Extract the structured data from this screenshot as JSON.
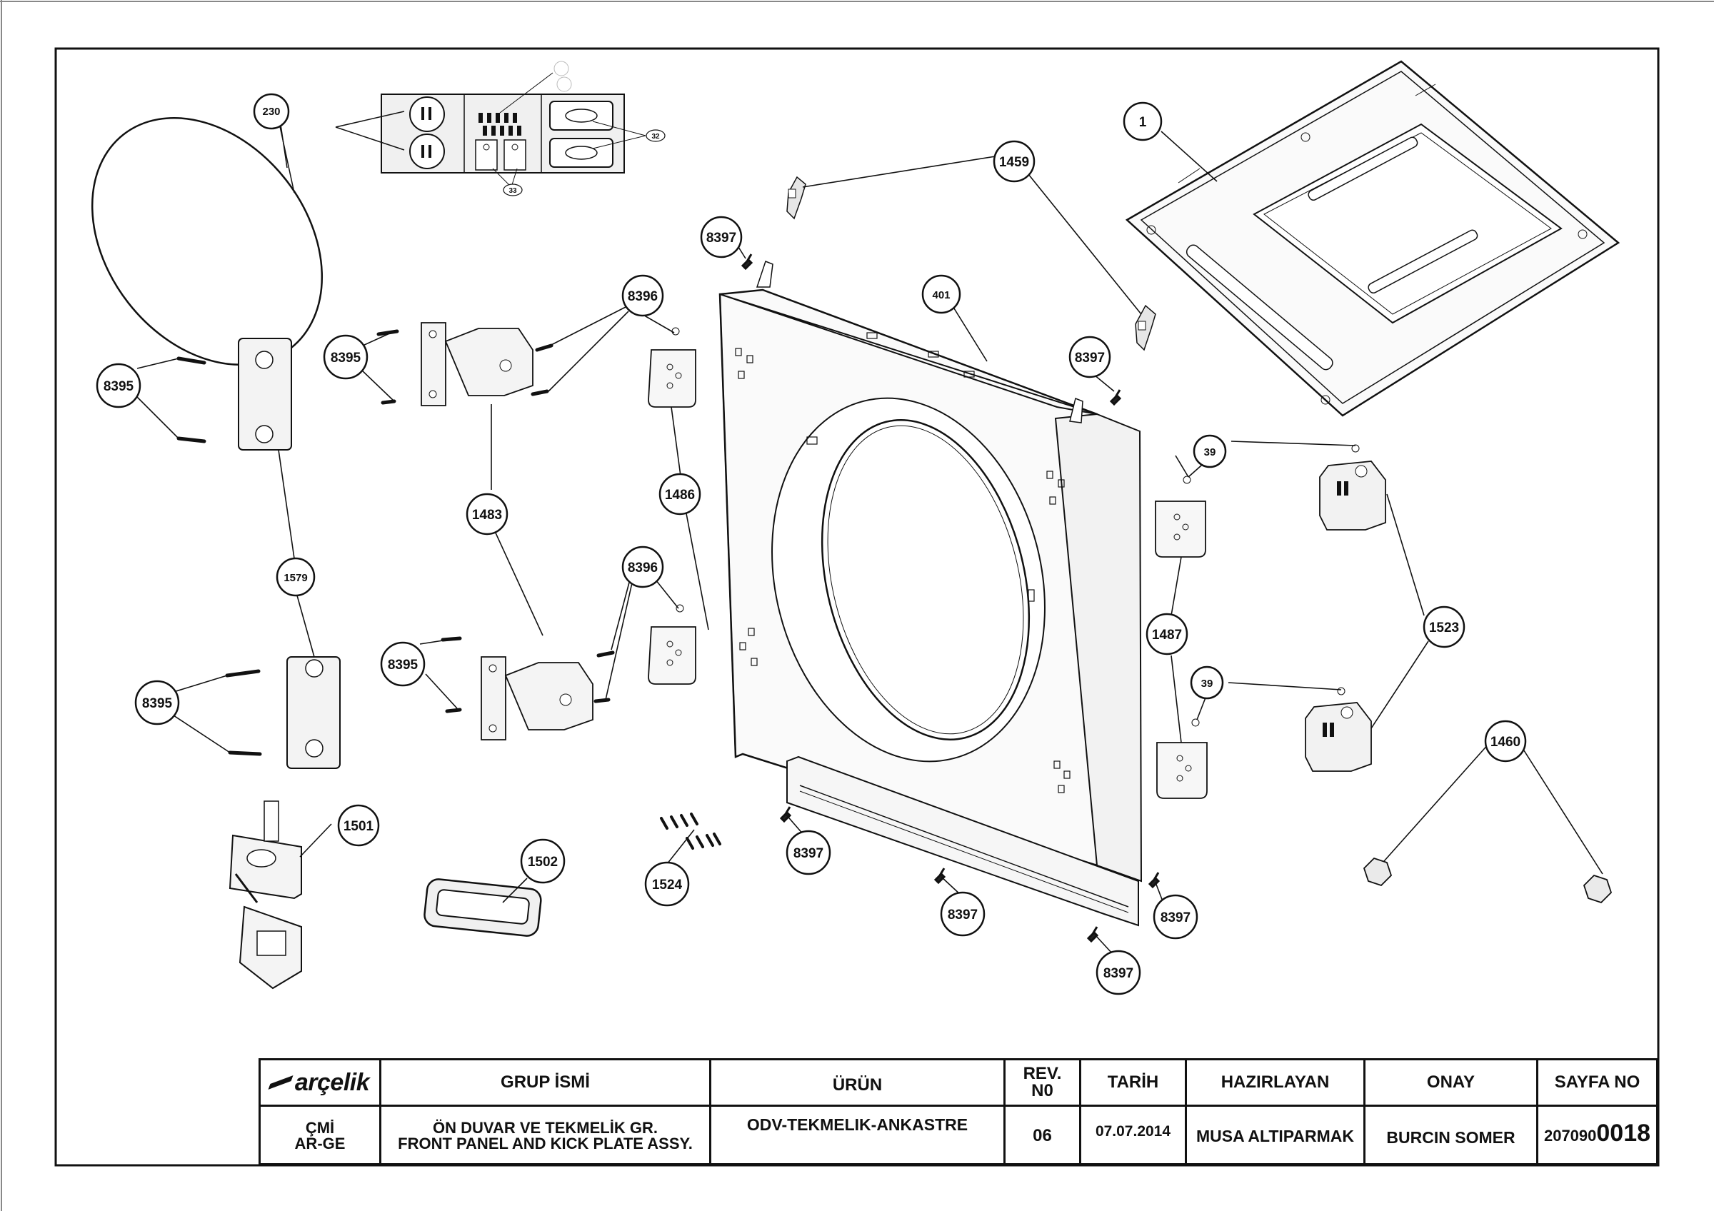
{
  "callouts": {
    "c230": "230",
    "c1": "1",
    "c1459": "1459",
    "c8397_a": "8397",
    "c8397_b": "8397",
    "c8397_c": "8397",
    "c8397_d": "8397",
    "c8397_e": "8397",
    "c8397_f": "8397",
    "c401": "401",
    "c8396_a": "8396",
    "c8396_b": "8396",
    "c8395_a": "8395",
    "c8395_b": "8395",
    "c8395_c": "8395",
    "c8395_d": "8395",
    "c1483": "1483",
    "c1486": "1486",
    "c1579": "1579",
    "c39_a": "39",
    "c39_b": "39",
    "c1487": "1487",
    "c1523": "1523",
    "c1460": "1460",
    "c1501": "1501",
    "c1502": "1502",
    "c1524": "1524",
    "c32": "32",
    "c33": "33"
  },
  "title_block": {
    "logo": "arçelik",
    "header": {
      "group_name": "GRUP İSMİ",
      "product": "ÜRÜN",
      "rev_line1": "REV.",
      "rev_line2": "N0",
      "date": "TARİH",
      "prepared_by": "HAZIRLAYAN",
      "approval": "ONAY",
      "page_no": "SAYFA NO"
    },
    "values": {
      "dept_line1": "ÇMİ",
      "dept_line2": "AR-GE",
      "group_line1": "ÖN DUVAR VE TEKMELİK GR.",
      "group_line2": "FRONT PANEL AND KICK PLATE ASSY.",
      "product": "ODV-TEKMELIK-ANKASTRE",
      "rev": "06",
      "date": "07.07.2014",
      "prepared_by": "MUSA ALTIPARMAK",
      "approval": "BURCIN SOMER",
      "page_prefix": "207090",
      "page_suffix": "0018"
    }
  },
  "colors": {
    "line": "#111111",
    "background": "#ffffff",
    "part_fill": "#f4f4f4",
    "part_shade": "#d8d8d8"
  }
}
